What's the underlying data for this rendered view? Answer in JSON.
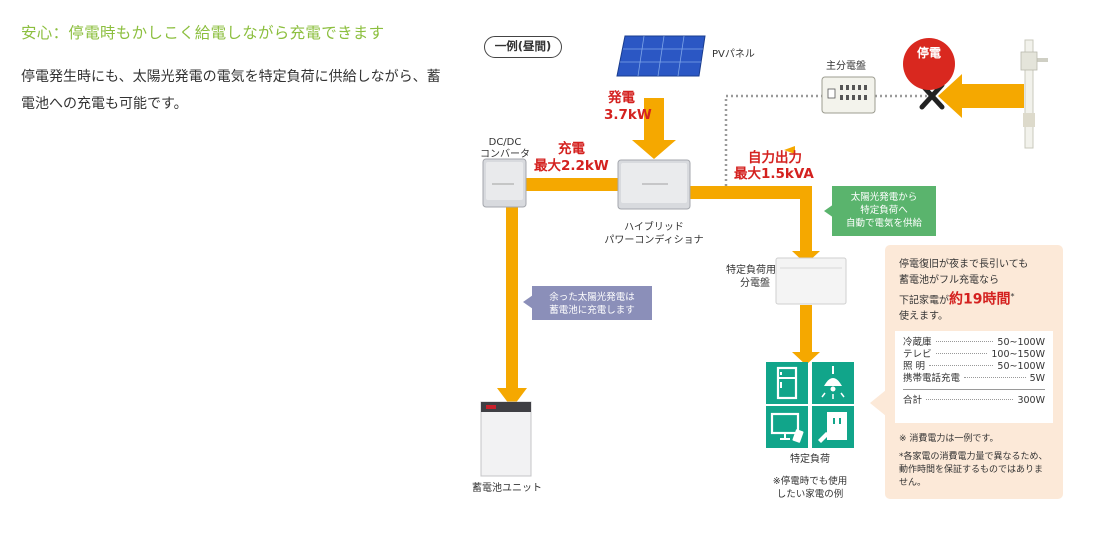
{
  "heading": "安心：停電時もかしこく給電しながら充電できます",
  "description": "停電発生時にも、太陽光発電の電気を特定負荷に供給しながら、蓄電池への充電も可能です。",
  "diagram": {
    "tag": "一例(昼間)",
    "pv_panel": "PVパネル",
    "main_panel": "主分電盤",
    "outage": "停電",
    "generation": {
      "label": "発電",
      "value": "3.7kW"
    },
    "dcdc": {
      "line1": "DC/DC",
      "line2": "コンバータ"
    },
    "charge": {
      "label": "充電",
      "value": "最大2.2kW"
    },
    "self_output": {
      "label": "自力出力",
      "value": "最大1.5kVA"
    },
    "pcs": {
      "line1": "ハイブリッド",
      "line2": "パワーコンディショナ"
    },
    "callout_green": {
      "line1": "太陽光発電から",
      "line2": "特定負荷へ",
      "line3": "自動で電気を供給"
    },
    "callout_purple": {
      "line1": "余った太陽光発電は",
      "line2": "蓄電池に充電します"
    },
    "specific_panel": {
      "line1": "特定負荷用",
      "line2": "分電盤"
    },
    "battery": "蓄電池ユニット",
    "loads": {
      "label": "特定負荷",
      "note1": "※停電時でも使用",
      "note2": "したい家電の例"
    },
    "info": {
      "intro1": "停電復旧が夜まで長引いても",
      "intro2": "蓄電池がフル充電なら",
      "intro3_prefix": "下記家電が",
      "hours": "約19時間",
      "intro3_mark": "*",
      "intro4": "使えます。",
      "rows": [
        {
          "name": "冷蔵庫",
          "value": "50~100W"
        },
        {
          "name": "テレビ",
          "value": "100~150W"
        },
        {
          "name": "照 明",
          "value": "50~100W"
        },
        {
          "name": "携帯電話充電",
          "value": "5W"
        }
      ],
      "total": {
        "name": "合計",
        "value": "300W"
      },
      "note1": "※ 消費電力は一例です。",
      "note2": "*各家電の消費電力量で異なるため、動作時間を保証するものではありません。"
    }
  },
  "colors": {
    "heading": "#8cbf3f",
    "flow": "#f5a800",
    "outage": "#d9281f",
    "value_red": "#d4211f",
    "tile": "#11a58a",
    "callout_green": "#5ab46d",
    "callout_purple": "#8b8fb9",
    "info_bg": "#fce9d8"
  },
  "icons": [
    "solar-panel-icon",
    "distribution-board-icon",
    "utility-pole-icon",
    "cross-mark-icon",
    "dcdc-converter-icon",
    "power-conditioner-icon",
    "battery-unit-icon",
    "refrigerator-icon",
    "lamp-icon",
    "tv-icon",
    "outlet-icon"
  ]
}
